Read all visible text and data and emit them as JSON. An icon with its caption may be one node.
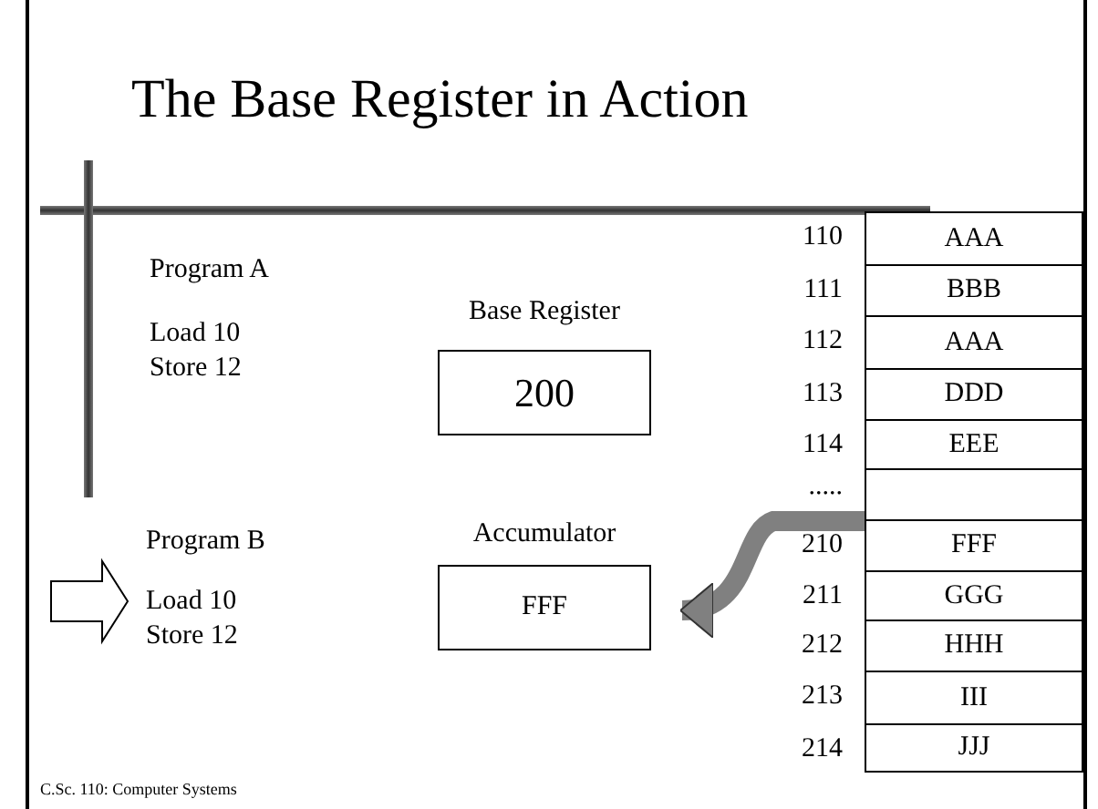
{
  "diagram": {
    "title": "The Base Register in Action",
    "nodes": [
      {
        "text": [
          "Base Register",
          "200"
        ]
      },
      {
        "text": [
          "Accumulator",
          "FFF"
        ]
      },
      {
        "text": [
          "Program B",
          "Load 10",
          "Store 12"
        ]
      },
      {
        "text": [
          "AAA"
        ],
        "beside": [
          "110"
        ]
      },
      {
        "text": [
          "BBB"
        ],
        "beside": [
          "111"
        ]
      },
      {
        "text": [
          "AAA"
        ],
        "beside": [
          "112"
        ]
      },
      {
        "text": [
          "DDD"
        ],
        "beside": [
          "113"
        ]
      },
      {
        "text": [
          "EEE"
        ],
        "beside": [
          "114"
        ]
      },
      {
        "text": [],
        "shape": "box",
        "beside": [
          "....."
        ]
      },
      {
        "text": [
          "FFF"
        ],
        "beside": [
          "210"
        ]
      },
      {
        "text": [
          "GGG"
        ],
        "beside": [
          "211"
        ]
      },
      {
        "text": [
          "HHH"
        ],
        "beside": [
          "212"
        ]
      },
      {
        "text": [
          "III"
        ],
        "beside": [
          "213"
        ]
      },
      {
        "text": [
          "JJJ"
        ],
        "beside": [
          "214"
        ]
      }
    ],
    "edges": [
      {
        "from": 9,
        "to": 1,
        "arrow": "to",
        "color": "#808080"
      },
      {
        "from": null,
        "to": 2,
        "arrow": "to"
      }
    ],
    "labels": [
      "Program A",
      "Load 10",
      "Store 12",
      "C.Sc. 110: Computer Systems"
    ]
  }
}
